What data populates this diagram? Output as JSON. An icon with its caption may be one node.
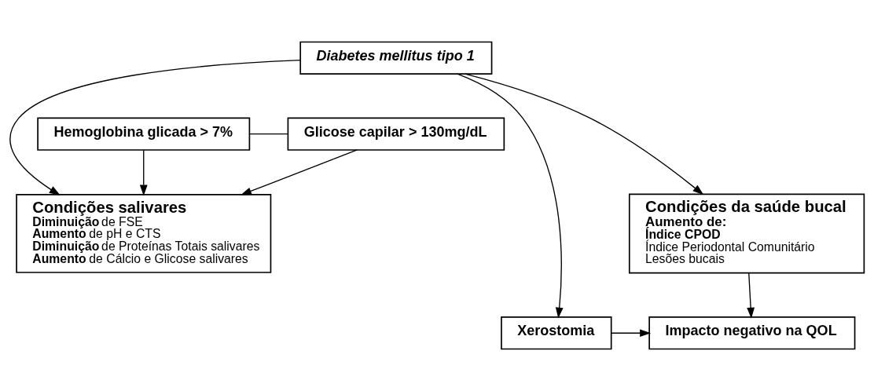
{
  "diagram": {
    "nodes": [
      {
        "text": [
          "Diabetes mellitus tipo 1"
        ]
      },
      {
        "text": [
          "Hemoglobina glicada > 7%"
        ]
      },
      {
        "text": [
          "Glicose capilar > 130mg/dL"
        ]
      },
      {
        "text": [
          "Condições da saúde bucal",
          "Aumento de:",
          "Índice CPOD",
          "Índice Periodontal Comunitário",
          "Lesões bucais"
        ]
      },
      {
        "text": [
          "Condições salivares",
          "**Diminuição** de FSE",
          "**Aumento** de pH e CTS",
          "**Diminuição** de Proteínas Totais salivares",
          "**Aumento** de Cálcio e Glicose salivares"
        ]
      },
      {
        "text": [
          "Xerostomia"
        ]
      },
      {
        "text": [
          "Impacto negativo na QOL"
        ]
      }
    ],
    "edges": [
      {
        "from": 0,
        "to": 5,
        "arrow": "to"
      },
      {
        "from": 1,
        "to": 2,
        "arrow": "none"
      },
      {
        "from": 0,
        "to": 3,
        "arrow": "to"
      },
      {
        "from": 0,
        "to": 4,
        "arrow": "to"
      },
      {
        "from": 1,
        "to": 4,
        "arrow": "to"
      },
      {
        "from": 2,
        "to": 4,
        "arrow": "to"
      },
      {
        "from": 3,
        "to": 6,
        "arrow": "to"
      },
      {
        "from": 5,
        "to": 6,
        "arrow": "to"
      }
    ]
  }
}
